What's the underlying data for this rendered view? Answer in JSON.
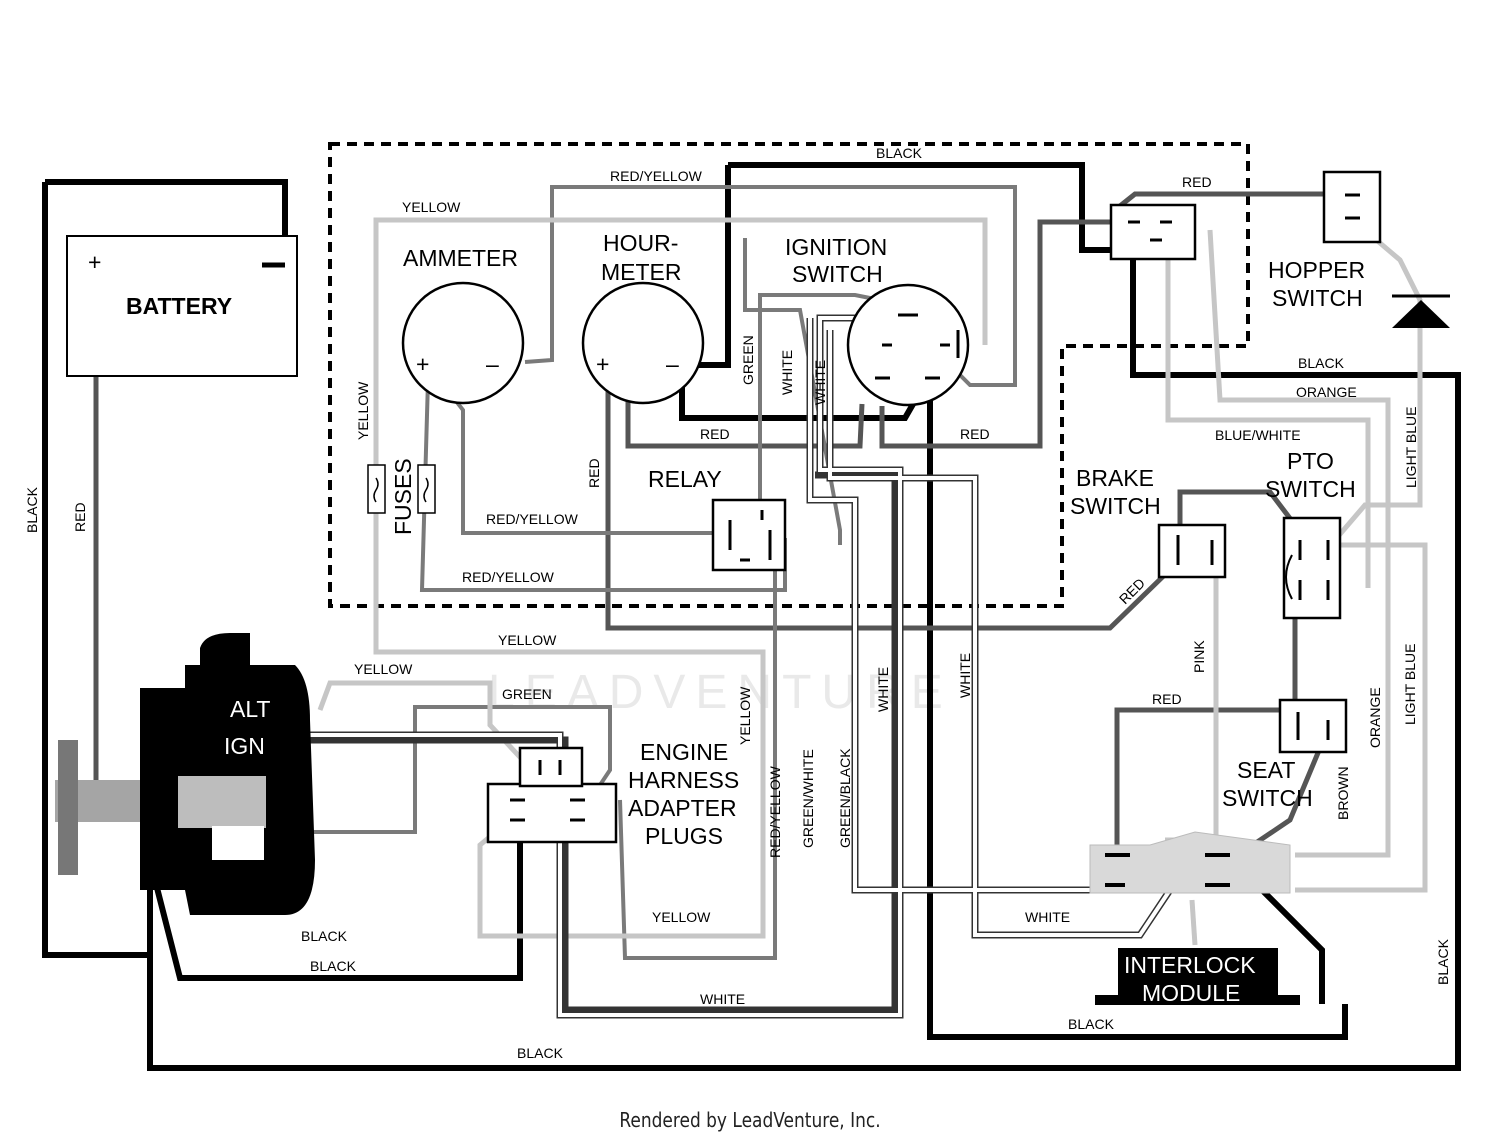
{
  "components": {
    "battery": "BATTERY",
    "ammeter": "AMMETER",
    "hourmeter_1": "HOUR-",
    "hourmeter_2": "METER",
    "ignition_1": "IGNITION",
    "ignition_2": "SWITCH",
    "hopper_1": "HOPPER",
    "hopper_2": "SWITCH",
    "relay": "RELAY",
    "fuses": "FUSES",
    "brake_1": "BRAKE",
    "brake_2": "SWITCH",
    "pto_1": "PTO",
    "pto_2": "SWITCH",
    "seat_1": "SEAT",
    "seat_2": "SWITCH",
    "engine_1": "ENGINE",
    "engine_2": "HARNESS",
    "engine_3": "ADAPTER",
    "engine_4": "PLUGS",
    "alt": "ALT",
    "ign": "IGN",
    "interlock_1": "INTERLOCK",
    "interlock_2": "MODULE"
  },
  "wires": {
    "black": "BLACK",
    "red": "RED",
    "yellow": "YELLOW",
    "red_yellow": "RED/YELLOW",
    "green": "GREEN",
    "white": "WHITE",
    "orange": "ORANGE",
    "blue_white": "BLUE/WHITE",
    "light_blue": "LIGHT BLUE",
    "pink": "PINK",
    "brown": "BROWN",
    "green_white": "GREEN/WHITE",
    "green_black": "GREEN/BLACK"
  },
  "terminals": {
    "plus": "+",
    "minus": "–"
  },
  "watermark": "LEADVENTURE",
  "footer": "Rendered by LeadVenture, Inc."
}
